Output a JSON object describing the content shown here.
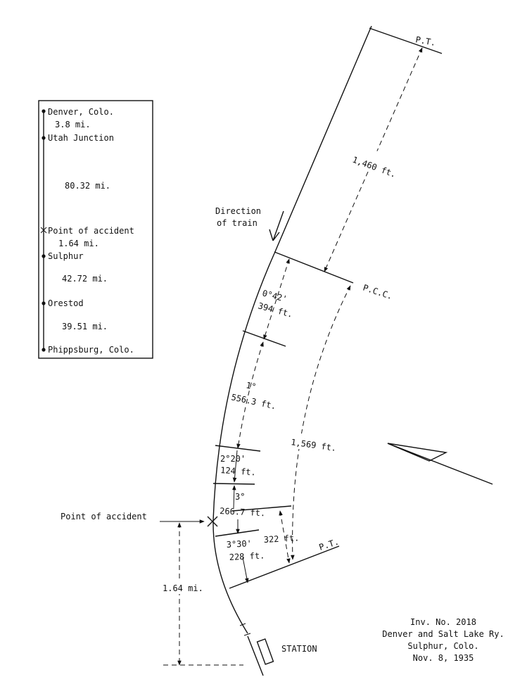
{
  "legend": {
    "stations": [
      {
        "name": "Denver, Colo.",
        "marker": "dot"
      },
      {
        "name": "Utah Junction",
        "marker": "dot"
      },
      {
        "name": "Point of accident",
        "marker": "cross"
      },
      {
        "name": "Sulphur",
        "marker": "dot"
      },
      {
        "name": "Orestod",
        "marker": "dot"
      },
      {
        "name": "Phippsburg, Colo.",
        "marker": "dot"
      }
    ],
    "distances": [
      "3.8 mi.",
      "80.32 mi.",
      "1.64 mi.",
      "42.72 mi.",
      "39.51 mi."
    ]
  },
  "labels": {
    "pt_top": "P.T.",
    "pcc": "P.C.C.",
    "pt_bottom": "P.T.",
    "direction_line1": "Direction",
    "direction_line2": "of train",
    "tangent_length": "1,460 ft.",
    "curve_length": "1,569 ft.",
    "point_of_accident": "Point of accident",
    "distance_to_station": "1.64 mi.",
    "station": "STATION",
    "accident_to_pt": "322 ft."
  },
  "curve_segments": [
    {
      "degree": "0°42'",
      "length": "394 ft."
    },
    {
      "degree": "1°",
      "length": "556.3 ft."
    },
    {
      "degree": "2°20'",
      "length": "124 ft."
    },
    {
      "degree": "3°",
      "length": "266.7 ft."
    },
    {
      "degree": "3°30'",
      "length": "228 ft."
    }
  ],
  "caption": {
    "line1": "Inv. No. 2018",
    "line2": "Denver and Salt Lake Ry.",
    "line3": "Sulphur, Colo.",
    "line4": "Nov. 8, 1935"
  }
}
